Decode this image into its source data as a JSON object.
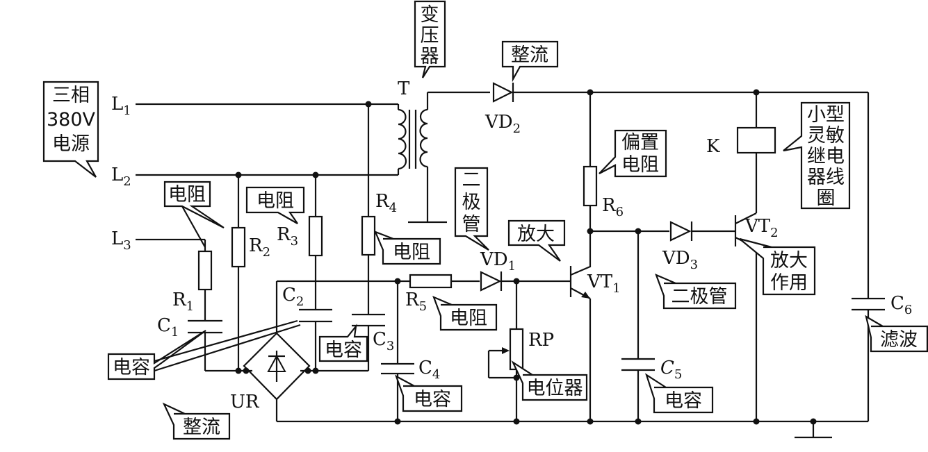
{
  "labels": {
    "L1": "L",
    "L1_sub": "1",
    "L2": "L",
    "L2_sub": "2",
    "L3": "L",
    "L3_sub": "3",
    "T": "T",
    "VD2": "VD",
    "VD2_sub": "2",
    "VD1": "VD",
    "VD1_sub": "1",
    "VD3": "VD",
    "VD3_sub": "3",
    "R1": "R",
    "R1_sub": "1",
    "R2": "R",
    "R2_sub": "2",
    "R3": "R",
    "R3_sub": "3",
    "R4": "R",
    "R4_sub": "4",
    "R5": "R",
    "R5_sub": "5",
    "R6": "R",
    "R6_sub": "6",
    "C1": "C",
    "C1_sub": "1",
    "C2": "C",
    "C2_sub": "2",
    "C3": "C",
    "C3_sub": "3",
    "C4": "C",
    "C4_sub": "4",
    "C5": "C",
    "C5_sub": "5",
    "C6": "C",
    "C6_sub": "6",
    "RP": "RP",
    "UR": "UR",
    "K": "K",
    "VT1": "VT",
    "VT1_sub": "1",
    "VT2": "VT",
    "VT2_sub": "2"
  },
  "callouts": {
    "power_line1": "三相",
    "power_line2": "380V",
    "power_line3": "电源",
    "transformer_1": "变",
    "transformer_2": "压",
    "transformer_3": "器",
    "rectify_top": "整流",
    "bias_line1": "偏置",
    "bias_line2": "电阻",
    "relay_line1": "小型",
    "relay_line2": "灵敏",
    "relay_line3": "继电",
    "relay_line4": "器线",
    "relay_line5": "圈",
    "resistor_r1": "电阻",
    "resistor_r3": "电阻",
    "resistor_r4": "电阻",
    "diode_vd1_1": "二",
    "diode_vd1_2": "极",
    "diode_vd1_3": "管",
    "amplify_vt1": "放大",
    "amplify_vt2_line1": "放大",
    "amplify_vt2_line2": "作用",
    "diode_vd3": "二极管",
    "resistor_r5": "电阻",
    "capacitor_c3": "电容",
    "capacitor_c1": "电容",
    "capacitor_c4": "电容",
    "potentiometer": "电位器",
    "capacitor_c5": "电容",
    "filter_c6": "滤波",
    "rectify_ur": "整流"
  }
}
